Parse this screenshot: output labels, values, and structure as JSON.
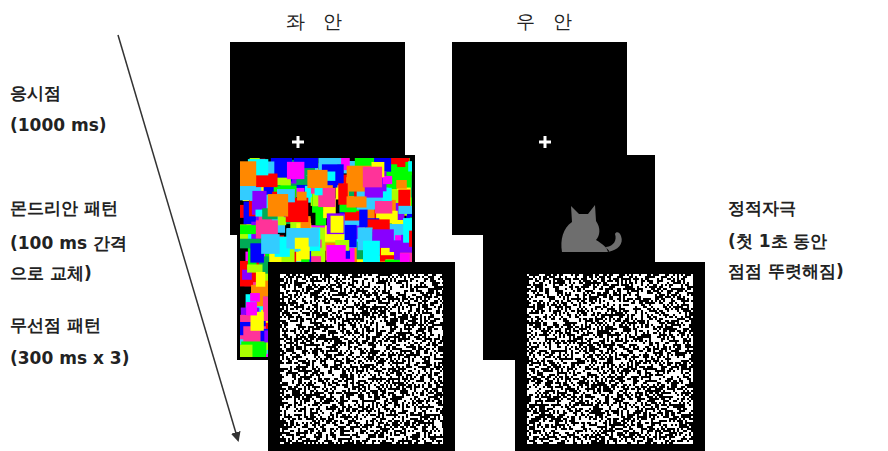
{
  "diagram": {
    "labels": [
      "좌 안",
      "우 안",
      "응시점",
      "(1000 ms)",
      "몬드리안 패턴",
      "(100 ms 간격으로 교체)",
      "무선점 패턴",
      "(300 ms x 3)",
      "정적자극",
      "(첫 1초 동안 점점 뚜렷해짐)"
    ]
  }
}
